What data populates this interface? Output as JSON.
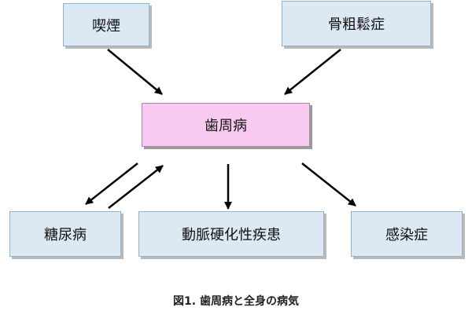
{
  "nodes": {
    "smoking": "喫煙",
    "osteoporosis": "骨粗鬆症",
    "periodontal": "歯周病",
    "diabetes": "糖尿病",
    "arteriosclerosis": "動脈硬化性疾患",
    "infection": "感染症"
  },
  "caption": "図1. 歯周病と全身の病気",
  "colors": {
    "blue_fill": "#dce9f3",
    "pink_fill": "#f8caf1",
    "arrow": "#000000"
  }
}
